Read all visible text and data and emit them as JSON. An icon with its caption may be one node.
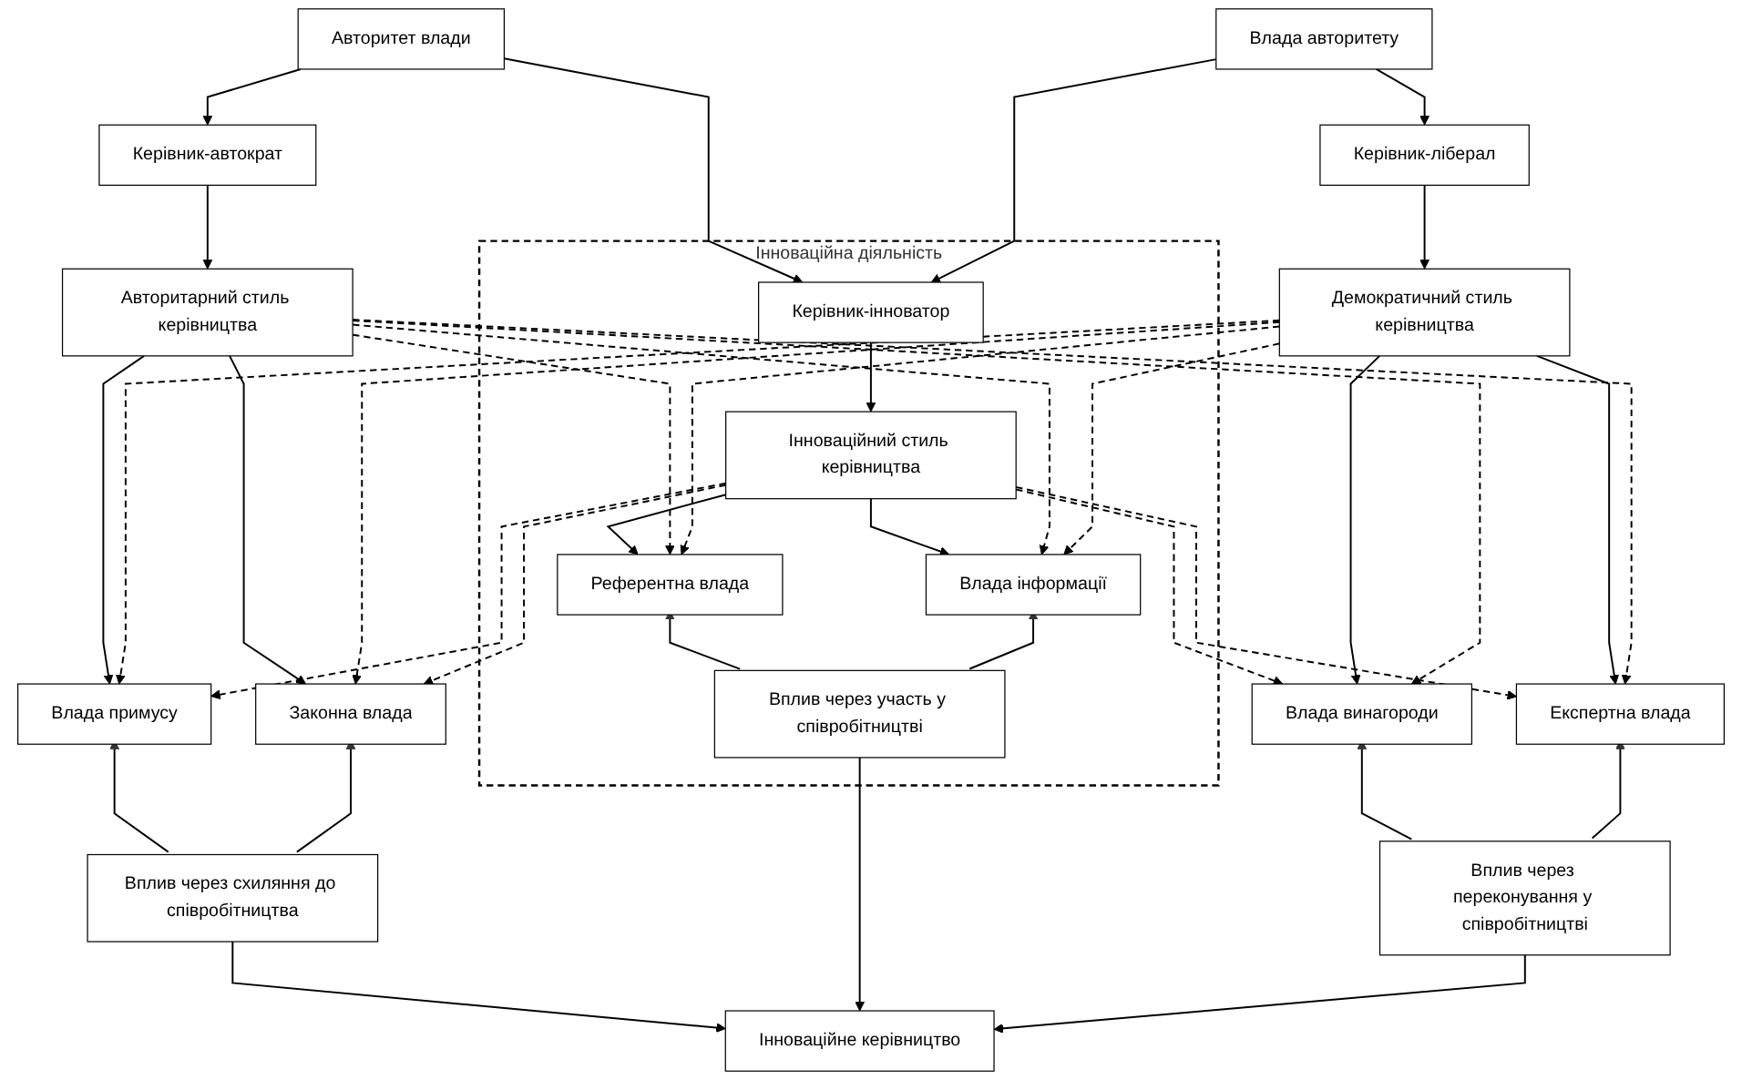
{
  "diagram": {
    "nodes": [
      {
        "text": [
          "Інноваційна діяльність"
        ]
      },
      {
        "text": [
          "Авторитет влади"
        ]
      },
      {
        "text": [
          "Влада авторитету"
        ]
      },
      {
        "text": [
          "Керівник-автократ"
        ]
      },
      {
        "text": [
          "Керівник-інноватор"
        ],
        "in": 0
      },
      {
        "text": [
          "Керівник-ліберал"
        ]
      },
      {
        "text": [
          "Авторитарний стиль керівництва"
        ]
      },
      {
        "text": [
          "Інноваційний стиль керівництва"
        ],
        "in": 0
      },
      {
        "text": [
          "Демократичний стиль керівництва"
        ]
      },
      {
        "text": [
          "Влада примусу"
        ]
      },
      {
        "text": [
          "Законна влада"
        ]
      },
      {
        "text": [
          "Референтна влада"
        ],
        "in": 0
      },
      {
        "text": [
          "Влада інформації"
        ],
        "in": 0
      },
      {
        "text": [
          "Влада винагороди"
        ]
      },
      {
        "text": [
          "Експертна влада"
        ]
      },
      {
        "text": [
          "Вплив через схиляння до співробітництва"
        ]
      },
      {
        "text": [
          "Вплив через участь у співробітництві"
        ],
        "in": 0
      },
      {
        "text": [
          "Вплив через переконування у співробітництві"
        ]
      },
      {
        "text": [
          "Інноваційне керівництво"
        ]
      }
    ],
    "edges": [
      {
        "from": 1,
        "to": 3,
        "arrow": "to"
      },
      {
        "from": 1,
        "to": 4,
        "arrow": "to"
      },
      {
        "from": 2,
        "to": 4,
        "arrow": "to"
      },
      {
        "from": 2,
        "to": 5,
        "arrow": "to"
      },
      {
        "from": 3,
        "to": 6,
        "arrow": "to"
      },
      {
        "from": 4,
        "to": 7,
        "arrow": "to"
      },
      {
        "from": 5,
        "to": 8,
        "arrow": "to"
      },
      {
        "from": 6,
        "to": 9,
        "arrow": "to"
      },
      {
        "from": 6,
        "to": 10,
        "arrow": "to"
      },
      {
        "from": 7,
        "to": 11,
        "arrow": "to"
      },
      {
        "from": 7,
        "to": 12,
        "arrow": "to"
      },
      {
        "from": 8,
        "to": 13,
        "arrow": "to"
      },
      {
        "from": 8,
        "to": 14,
        "arrow": "to"
      },
      {
        "from": 6,
        "to": 11,
        "arrow": "to",
        "style": "dashed"
      },
      {
        "from": 6,
        "to": 12,
        "arrow": "to",
        "style": "dashed"
      },
      {
        "from": 6,
        "to": 13,
        "arrow": "to",
        "style": "dashed"
      },
      {
        "from": 6,
        "to": 14,
        "arrow": "to",
        "style": "dashed"
      },
      {
        "from": 7,
        "to": 9,
        "arrow": "to",
        "style": "dashed"
      },
      {
        "from": 7,
        "to": 10,
        "arrow": "to",
        "style": "dashed"
      },
      {
        "from": 7,
        "to": 13,
        "arrow": "to",
        "style": "dashed"
      },
      {
        "from": 7,
        "to": 14,
        "arrow": "to",
        "style": "dashed"
      },
      {
        "from": 8,
        "to": 9,
        "arrow": "to",
        "style": "dashed"
      },
      {
        "from": 8,
        "to": 10,
        "arrow": "to",
        "style": "dashed"
      },
      {
        "from": 8,
        "to": 11,
        "arrow": "to",
        "style": "dashed"
      },
      {
        "from": 8,
        "to": 12,
        "arrow": "to",
        "style": "dashed"
      },
      {
        "from": 15,
        "to": 9,
        "arrow": "to"
      },
      {
        "from": 15,
        "to": 10,
        "arrow": "to"
      },
      {
        "from": 16,
        "to": 11,
        "arrow": "to"
      },
      {
        "from": 16,
        "to": 12,
        "arrow": "to"
      },
      {
        "from": 17,
        "to": 13,
        "arrow": "to"
      },
      {
        "from": 17,
        "to": 14,
        "arrow": "to"
      },
      {
        "from": 15,
        "to": 18,
        "arrow": "to"
      },
      {
        "from": 16,
        "to": 18,
        "arrow": "to"
      },
      {
        "from": 17,
        "to": 18,
        "arrow": "to"
      }
    ]
  }
}
